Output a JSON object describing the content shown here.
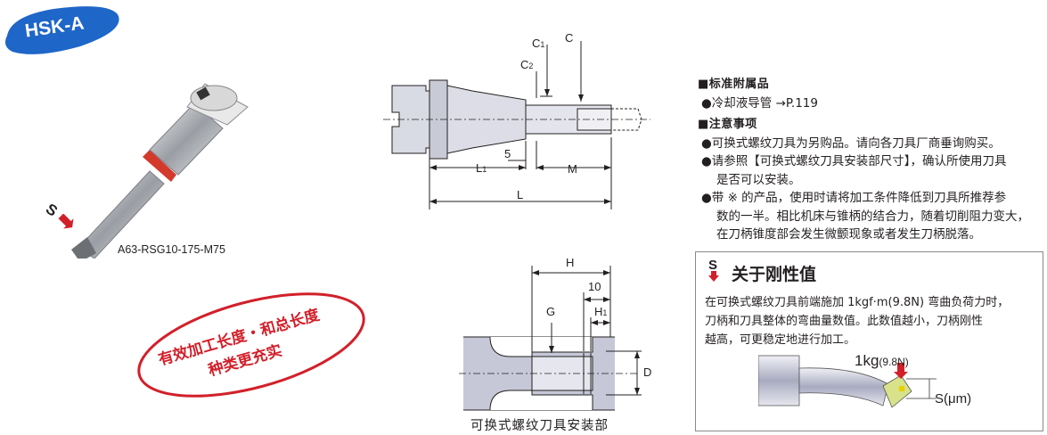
{
  "badge": {
    "label": "HSK-A",
    "color": "#1e66c8"
  },
  "product": {
    "model": "A63-RSG10-175-M75",
    "s_marker": "S"
  },
  "stamp": {
    "line1": "有效加工长度・和总长度",
    "line2": "种类更充实",
    "color": "#d2202a"
  },
  "main_drawing": {
    "labels": {
      "c1": "C",
      "c1_sub": "1",
      "c": "C",
      "c2": "C",
      "c2_sub": "2",
      "dim5": "5",
      "l1": "L",
      "l1_sub": "1",
      "m": "M",
      "l": "L"
    }
  },
  "mount_drawing": {
    "labels": {
      "h": "H",
      "dim10": "10",
      "g": "G",
      "h1": "H",
      "h1_sub": "1",
      "d": "D"
    },
    "caption": "可换式螺纹刀具安装部"
  },
  "accessories": {
    "heading": "■标准附属品",
    "items": [
      "●冷却液导管 →P.119"
    ]
  },
  "cautions": {
    "heading": "■注意事项",
    "items": [
      [
        "●可换式螺纹刀具为另购品。请向各刀具厂商垂询购买。"
      ],
      [
        "●请参照【可换式螺纹刀具安装部尺寸】，确认所使用刀具",
        "是否可以安装。"
      ],
      [
        "●带 ※ 的产品，使用时请将加工条件降低到刀具所推荐参",
        "数的一半。相比机床与锥柄的结合力，随着切削阻力变大，",
        "在刀柄锥度部会发生微颤现象或者发生刀柄脱落。"
      ]
    ]
  },
  "rigidity": {
    "icon": "S",
    "title": "关于刚性值",
    "body": [
      "在可换式螺纹刀具前端施加 1kgf·m(9.8N) 弯曲负荷力时，",
      "刀柄和刀具整体的弯曲量数值。此数值越小，刀柄刚性",
      "越高，可更稳定地进行加工。"
    ],
    "load_label": "1kg",
    "load_sub": "(9.8N)",
    "deflection_label": "S(μm)"
  }
}
